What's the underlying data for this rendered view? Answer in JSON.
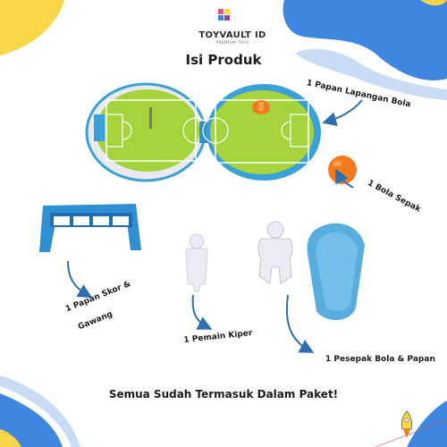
{
  "brand": {
    "name": "TOYVAULT ID",
    "tagline": "PREMIUM TOYS"
  },
  "title": "Isi Produk",
  "items": [
    {
      "label": "1 Papan Lapangan Bola"
    },
    {
      "label": "1 Bola Sepak"
    },
    {
      "label": "1 Papan Skor & Gawang"
    },
    {
      "label": "1 Pemain Kiper"
    },
    {
      "label": "1 Pesepak Bola & Papan"
    }
  ],
  "footer": "Semua Sudah Termasuk Dalam Paket!",
  "colors": {
    "blue": "#3f86e0",
    "light_blue": "#c8dcf6",
    "yellow": "#f9d648",
    "green": "#a4d33c",
    "orange": "#f47a1f"
  }
}
